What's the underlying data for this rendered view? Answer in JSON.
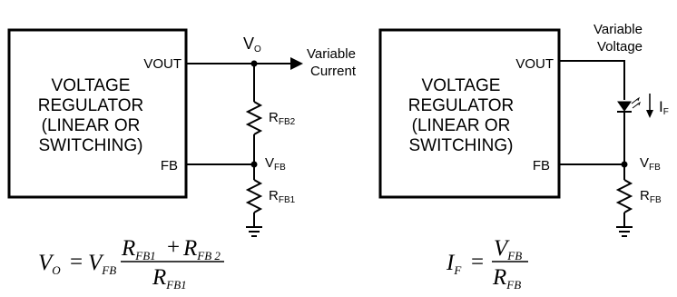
{
  "left_circuit": {
    "block": {
      "lines": [
        "VOLTAGE",
        "REGULATOR",
        "(LINEAR OR",
        "SWITCHING)"
      ],
      "pin_out": "VOUT",
      "pin_fb": "FB"
    },
    "vo": {
      "main": "V",
      "sub": "O"
    },
    "output": {
      "line1": "Variable",
      "line2": "Current"
    },
    "rfb2": {
      "main": "R",
      "sub": "FB2"
    },
    "vfb": {
      "main": "V",
      "sub": "FB"
    },
    "rfb1": {
      "main": "R",
      "sub": "FB1"
    },
    "equation": {
      "lhs": "V",
      "lhs_sub": "O",
      "eq": "=",
      "v": "V",
      "v_sub": "FB",
      "n1": "R",
      "n1_sub": "FB1",
      "plus": "+",
      "n2": "R",
      "n2_sub": "FB 2",
      "d": "R",
      "d_sub": "FB1"
    }
  },
  "right_circuit": {
    "block": {
      "lines": [
        "VOLTAGE",
        "REGULATOR",
        "(LINEAR OR",
        "SWITCHING)"
      ],
      "pin_out": "VOUT",
      "pin_fb": "FB"
    },
    "supply": {
      "line1": "Variable",
      "line2": "Voltage"
    },
    "if_label": {
      "main": "I",
      "sub": "F"
    },
    "vfb": {
      "main": "V",
      "sub": "FB"
    },
    "rfb": {
      "main": "R",
      "sub": "FB"
    },
    "equation": {
      "lhs": "I",
      "lhs_sub": "F",
      "eq": "=",
      "n": "V",
      "n_sub": "FB",
      "d": "R",
      "d_sub": "FB"
    }
  }
}
